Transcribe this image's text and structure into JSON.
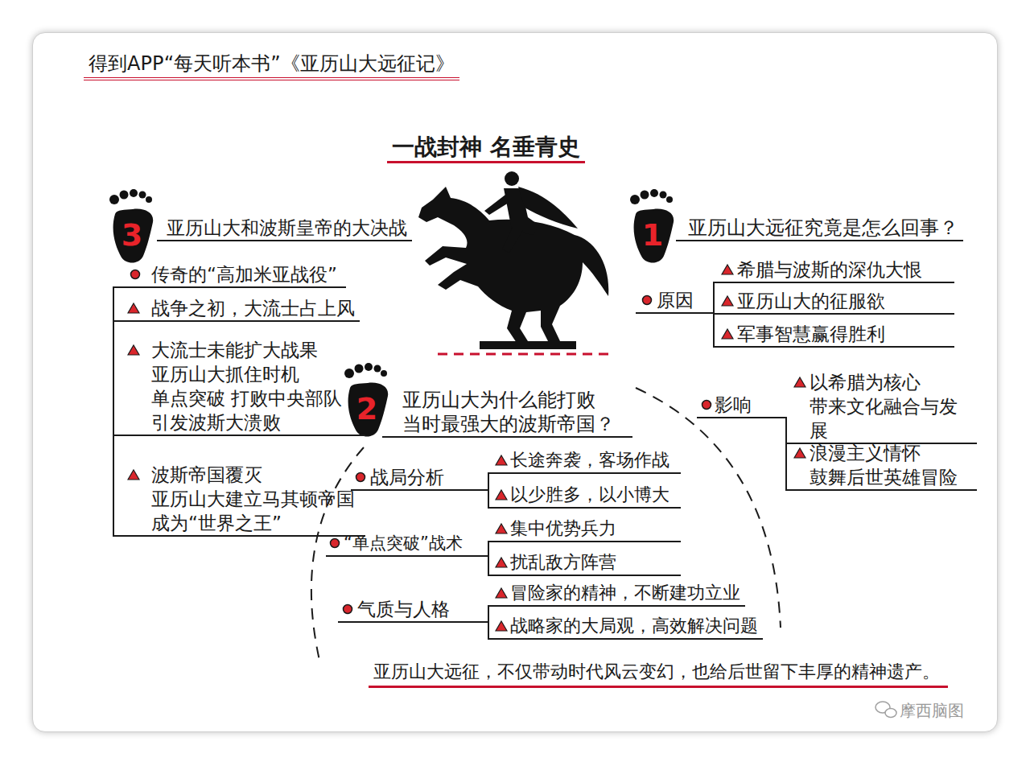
{
  "diagram": {
    "title": "一战封神 名垂青史",
    "caption": "亚历山大远征，不仅带动时代风云变幻，也给后世留下丰厚的精神遗产。",
    "nodes": [
      {
        "text": [
          "1",
          "亚历山大远征究竟是怎么回事？"
        ]
      },
      {
        "text": [
          "原因"
        ]
      },
      {
        "text": [
          "希腊与波斯的深仇大恨"
        ]
      },
      {
        "text": [
          "亚历山大的征服欲"
        ]
      },
      {
        "text": [
          "军事智慧赢得胜利"
        ]
      },
      {
        "text": [
          "影响"
        ]
      },
      {
        "text": [
          "以希腊为核心 带来文化融合与发展"
        ]
      },
      {
        "text": [
          "浪漫主义情怀 鼓舞后世英雄冒险"
        ]
      },
      {
        "text": [
          "2",
          "亚历山大为什么能打败 当时最强大的波斯帝国？"
        ]
      },
      {
        "text": [
          "战局分析"
        ]
      },
      {
        "text": [
          "长途奔袭，客场作战"
        ]
      },
      {
        "text": [
          "以少胜多，以小博大"
        ]
      },
      {
        "text": [
          "“单点突破”战术"
        ]
      },
      {
        "text": [
          "集中优势兵力"
        ]
      },
      {
        "text": [
          "扰乱敌方阵营"
        ]
      },
      {
        "text": [
          "气质与人格"
        ]
      },
      {
        "text": [
          "冒险家的精神，不断建功立业"
        ]
      },
      {
        "text": [
          "战略家的大局观，高效解决问题"
        ]
      },
      {
        "text": [
          "3",
          "亚历山大和波斯皇帝的大决战"
        ]
      },
      {
        "text": [
          "传奇的“高加米亚战役”"
        ]
      },
      {
        "text": [
          "战争之初，大流士占上风"
        ]
      },
      {
        "text": [
          "大流士未能扩大战果 亚历山大抓住时机 单点突破 打败中央部队 引发波斯大溃败"
        ]
      },
      {
        "text": [
          "波斯帝国覆灭 亚历山大建立马其顿帝国 成为“世界之王”"
        ]
      }
    ],
    "edges": [
      {
        "from": 1,
        "to": 2,
        "arrow": "none"
      },
      {
        "from": 1,
        "to": 3,
        "arrow": "none"
      },
      {
        "from": 1,
        "to": 4,
        "arrow": "none"
      },
      {
        "from": 5,
        "to": 6,
        "arrow": "none"
      },
      {
        "from": 5,
        "to": 7,
        "arrow": "none"
      },
      {
        "from": 9,
        "to": 10,
        "arrow": "none"
      },
      {
        "from": 9,
        "to": 11,
        "arrow": "none"
      },
      {
        "from": 12,
        "to": 13,
        "arrow": "none"
      },
      {
        "from": 12,
        "to": 14,
        "arrow": "none"
      },
      {
        "from": 15,
        "to": 16,
        "arrow": "none"
      },
      {
        "from": 15,
        "to": 17,
        "arrow": "none"
      },
      {
        "from": 19,
        "to": 20,
        "arrow": "none"
      },
      {
        "from": 19,
        "to": 21,
        "arrow": "none"
      },
      {
        "from": 19,
        "to": 22,
        "arrow": "none"
      }
    ],
    "labels": [
      "得到APP“每天听本书”《亚历山大远征记》",
      "摩西脑图"
    ]
  }
}
